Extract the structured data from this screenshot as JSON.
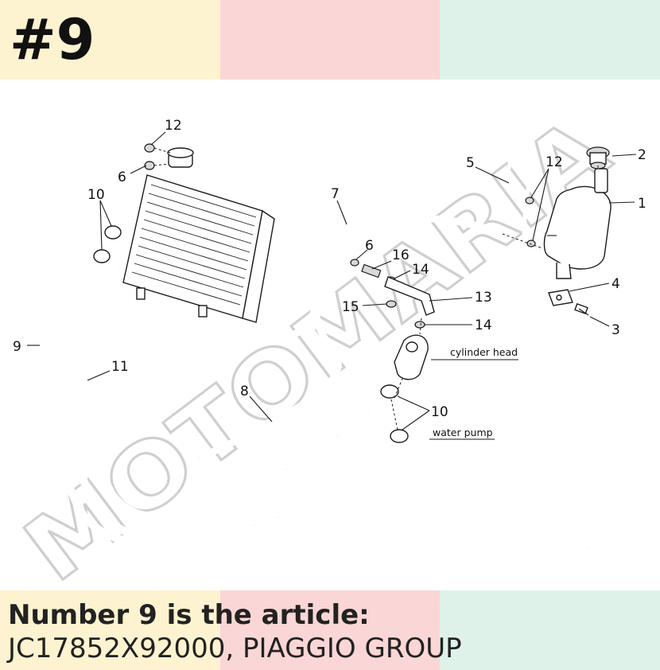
{
  "header": {
    "title": "#9"
  },
  "colors": {
    "band_yellow": "#fdf3d0",
    "band_pink": "#fbd6d6",
    "band_mint": "#dff2ea",
    "watermark": "#cfcfcf",
    "line": "#1a1a1a"
  },
  "diagram": {
    "watermark_text": "MOTOMARIA",
    "callouts": {
      "c1": "1",
      "c2": "2",
      "c3": "3",
      "c4": "4",
      "c5": "5",
      "c6a": "6",
      "c6b": "6",
      "c7": "7",
      "c8": "8",
      "c9": "9",
      "c10a": "10",
      "c10b": "10",
      "c11": "11",
      "c12a": "12",
      "c12b": "12",
      "c13": "13",
      "c14a": "14",
      "c14b": "14",
      "c15": "15",
      "c16": "16"
    },
    "notes": {
      "cylinder_head": "cylinder head",
      "water_pump": "water pump"
    }
  },
  "caption": {
    "line1": "Number 9 is the article:",
    "line2": "JC17852X92000, PIAGGIO GROUP"
  }
}
